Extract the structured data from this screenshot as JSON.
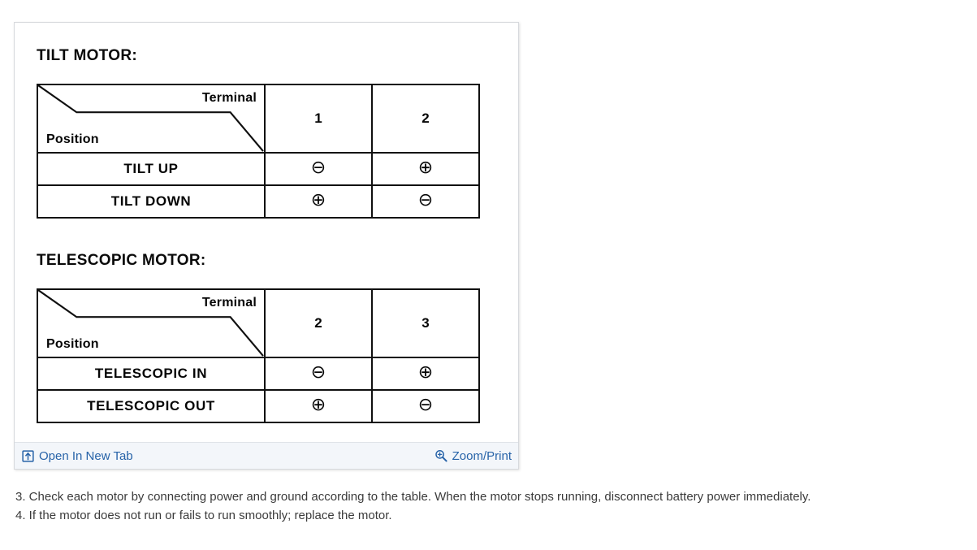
{
  "viewer": {
    "footer": {
      "open_new_tab_label": "Open In New Tab",
      "open_new_tab_icon": "open-in-new-tab-icon",
      "zoom_print_label": "Zoom/Print",
      "zoom_print_icon": "magnifier-plus-icon"
    }
  },
  "sections": [
    {
      "heading": "TILT MOTOR:",
      "table": {
        "corner": {
          "terminal_label": "Terminal",
          "position_label": "Position"
        },
        "terminals": [
          "1",
          "2"
        ],
        "rows": [
          {
            "position": "TILT UP",
            "values": [
              "⊖",
              "⊕"
            ]
          },
          {
            "position": "TILT DOWN",
            "values": [
              "⊕",
              "⊖"
            ]
          }
        ]
      }
    },
    {
      "heading": "TELESCOPIC MOTOR:",
      "table": {
        "corner": {
          "terminal_label": "Terminal",
          "position_label": "Position"
        },
        "terminals": [
          "2",
          "3"
        ],
        "rows": [
          {
            "position": "TELESCOPIC IN",
            "values": [
              "⊖",
              "⊕"
            ]
          },
          {
            "position": "TELESCOPIC OUT",
            "values": [
              "⊕",
              "⊖"
            ]
          }
        ]
      }
    }
  ],
  "instructions": [
    "3. Check each motor by connecting power and ground according to the table. When the motor stops running, disconnect battery power immediately.",
    "4. If the motor does not run or fails to run smoothly; replace the motor."
  ],
  "colors": {
    "link": "#2763a8",
    "footer_background": "#f3f6fa",
    "card_border": "#d7d9dd",
    "ink": "#101010",
    "body_text": "#3b3b3b"
  }
}
